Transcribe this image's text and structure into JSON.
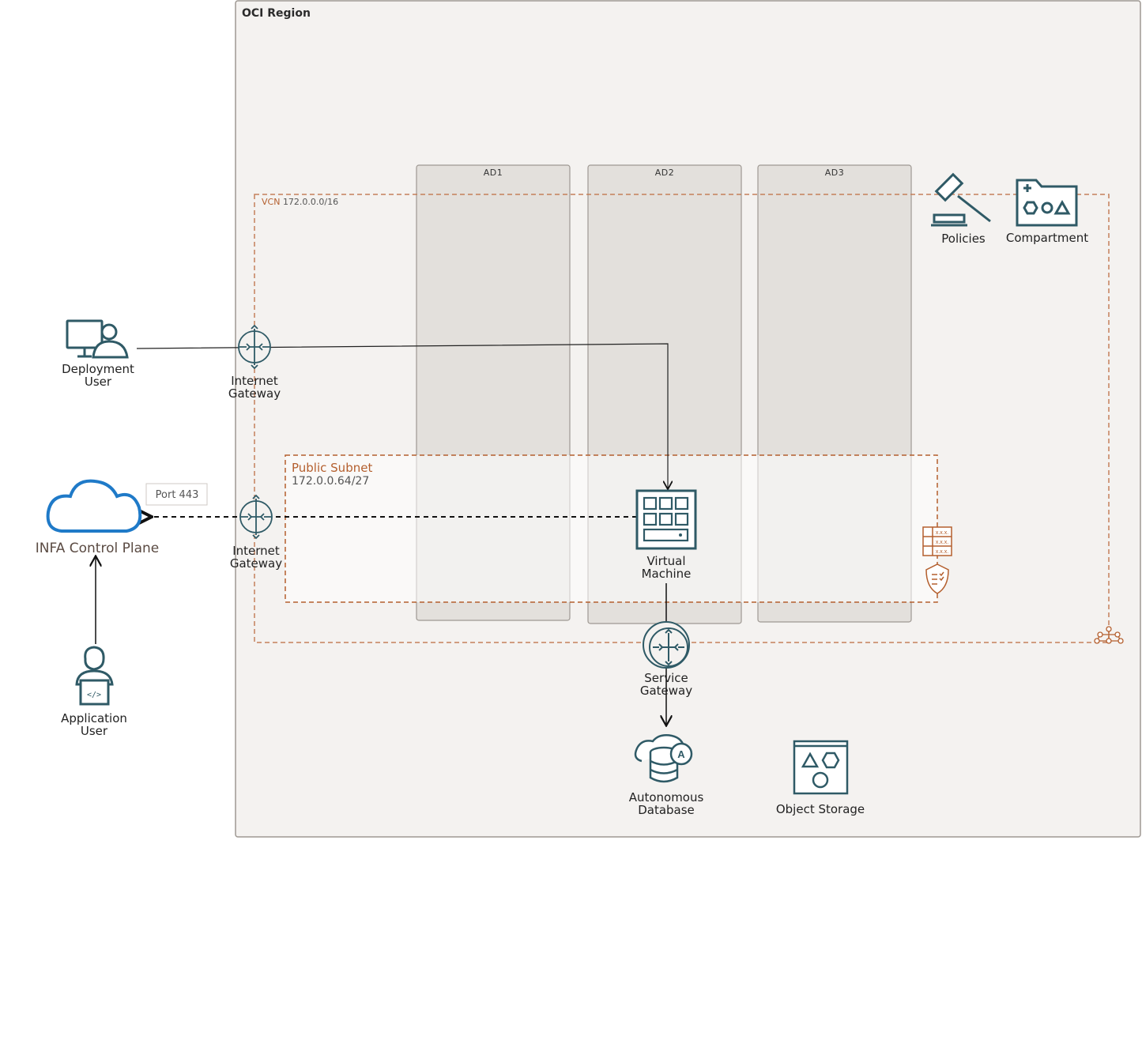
{
  "region": {
    "label": "OCI Region"
  },
  "availability_domains": [
    {
      "label": "AD1"
    },
    {
      "label": "AD2"
    },
    {
      "label": "AD3"
    }
  ],
  "vcn": {
    "prefix": "VCN",
    "cidr": "172.0.0.0/16"
  },
  "public_subnet": {
    "title": "Public Subnet",
    "cidr": "172.0.0.64/27"
  },
  "nodes": {
    "deployment_user": {
      "line1": "Deployment",
      "line2": "User"
    },
    "internet_gateway_top": {
      "line1": "Internet",
      "line2": "Gateway"
    },
    "internet_gateway_bottom": {
      "line1": "Internet",
      "line2": "Gateway"
    },
    "infa_control_plane": {
      "label": "INFA Control Plane"
    },
    "port_badge": {
      "label": "Port 443"
    },
    "application_user": {
      "line1": "Application",
      "line2": "User"
    },
    "virtual_machine": {
      "line1": "Virtual",
      "line2": "Machine"
    },
    "service_gateway": {
      "line1": "Service",
      "line2": "Gateway"
    },
    "autonomous_database": {
      "line1": "Autonomous",
      "line2": "Database"
    },
    "object_storage": {
      "label": "Object Storage"
    },
    "policies": {
      "label": "Policies"
    },
    "compartment": {
      "label": "Compartment"
    }
  },
  "colors": {
    "icon_teal": "#2f5a66",
    "oracle_orange": "#b45f2e",
    "cloud_blue": "#1f7ac8",
    "region_bg": "#f4f2f0",
    "ad_bg": "#e3e0dc"
  }
}
